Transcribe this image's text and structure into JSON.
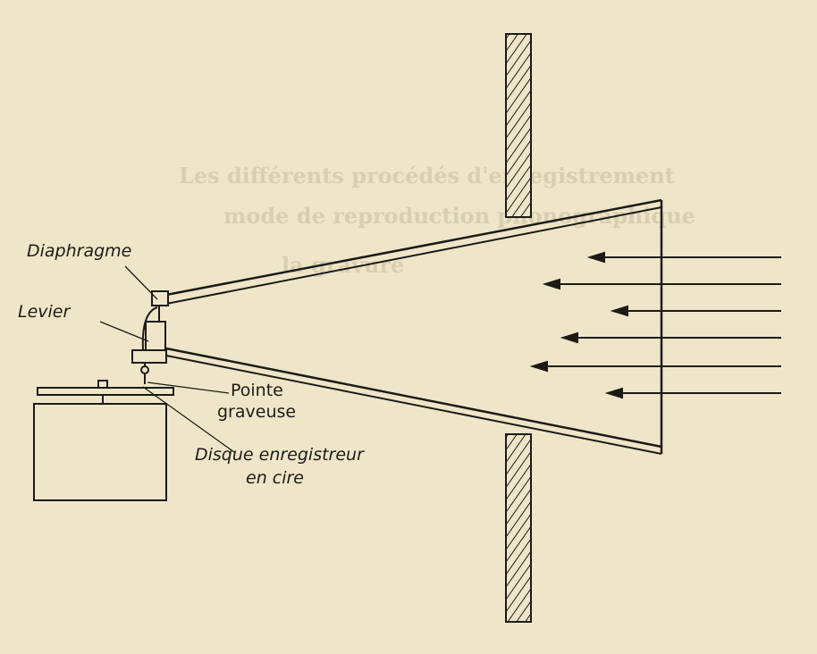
{
  "labels": {
    "diaphragme": "Diaphragme",
    "levier": "Levier",
    "pointe_line1": "Pointe",
    "pointe_line2": "graveuse",
    "disque_line1": "Disque enregistreur",
    "disque_line2": "en cire"
  },
  "colors": {
    "paper": "#efe6c9",
    "ink": "#1d1a16",
    "bleed_text": "#d8ceb0"
  },
  "bleed_through_text": [
    "Les différents procédés d'enregistrement",
    "mode de reproduction phonographique",
    "la gravure"
  ]
}
